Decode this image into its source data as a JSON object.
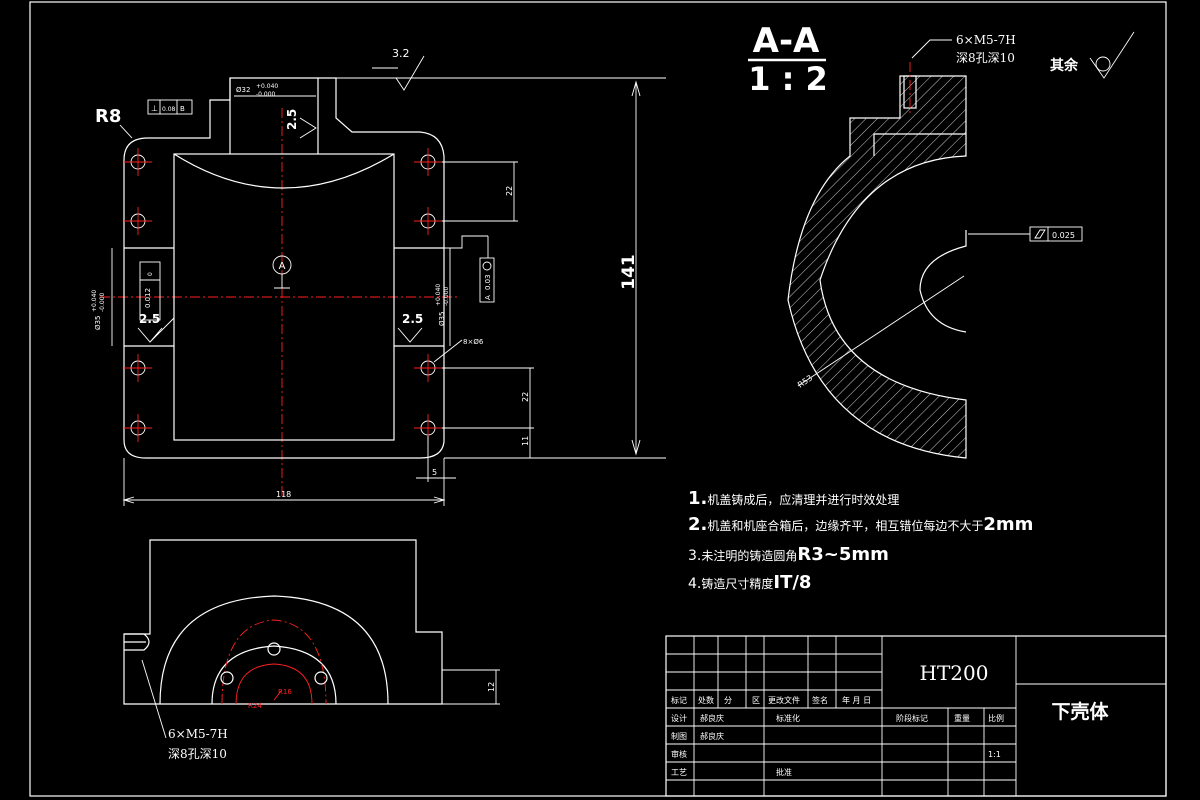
{
  "section": {
    "title": "A-A",
    "scale": "1 : 2"
  },
  "other_roughness": "其余",
  "top_view": {
    "fillet": "R8",
    "roughness_top": "3.2",
    "roughness_bore": "2.5",
    "roughness_left": "2.5",
    "roughness_right": "2.5",
    "bore_dim_top": "Ø32",
    "bore_tol_upper_top": "+0.040",
    "bore_tol_lower_top": "-0.000",
    "bore_dim_left": "Ø35",
    "bore_tol_upper_left": "+0.040",
    "bore_tol_lower_left": "-0.000",
    "bore_dim_right": "Ø35",
    "bore_tol_upper_right": "+0.040",
    "bore_tol_lower_right": "-0.000",
    "perp_tol": "0.08",
    "perp_datum": "B",
    "left_frame_value": "0.012",
    "left_frame_symbol": "0",
    "right_frame_value": "0.03",
    "right_frame_datum": "A",
    "datum_label": "A",
    "dim_height": "141",
    "dim_22_top": "22",
    "dim_22_bottom": "22",
    "dim_11": "11",
    "dim_5": "5",
    "dim_118": "118",
    "hole_callout": "8×Ø6"
  },
  "section_view": {
    "thread_count": "6×M5-7H",
    "thread_depth": "深8孔深10",
    "flatness_value": "0.025",
    "radius": "R53"
  },
  "front_view": {
    "thread_count": "6×M5-7H",
    "thread_depth": "深8孔深10",
    "dim_12": "12",
    "radius_a": "R16",
    "radius_b": "R24"
  },
  "notes": [
    {
      "num": "1.",
      "text": "机盖铸成后，应清理并进行时效处理",
      "tail": ""
    },
    {
      "num": "2.",
      "text": "机盖和机座合箱后，边缘齐平，相互错位每边不大于",
      "tail": "2mm"
    },
    {
      "num": "3.",
      "text": "未注明的铸造圆角",
      "tail": "R3~5mm"
    },
    {
      "num": "4.",
      "text": "铸造尺寸精度",
      "tail": "IT/8"
    }
  ],
  "title_block": {
    "material": "HT200",
    "part_name": "下壳体",
    "header": [
      "标记",
      "处数",
      "分",
      "区",
      "更改文件",
      "签名",
      "年 月 日"
    ],
    "design_label": "设计",
    "design_name": "郝良庆",
    "standard_label": "标准化",
    "draw_label": "制图",
    "draw_name": "郝良庆",
    "review_label": "审核",
    "process_label": "工艺",
    "approve_label": "批准",
    "stage_label": "阶段标记",
    "weight_label": "重量",
    "scale_label": "比例",
    "scale_value": "1:1"
  }
}
